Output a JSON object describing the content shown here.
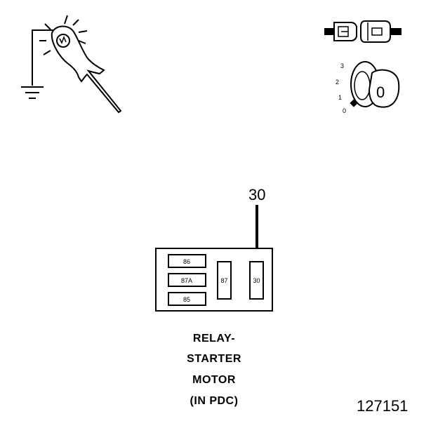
{
  "test_light_icon": "test-light-probe-icon",
  "ignition": {
    "connector_icon": "disconnected-connector-icon",
    "key_icon": "ignition-key-icon",
    "positions": [
      "3",
      "2",
      "1",
      "0"
    ],
    "key_position": "0"
  },
  "probe_label": "30",
  "relay": {
    "terminals": {
      "t86": "86",
      "t87a": "87A",
      "t85": "85",
      "t87": "87",
      "t30": "30"
    }
  },
  "caption": {
    "line1": "RELAY-",
    "line2": "STARTER",
    "line3": "MOTOR",
    "line4": "(IN PDC)"
  },
  "figure_number": "127151"
}
